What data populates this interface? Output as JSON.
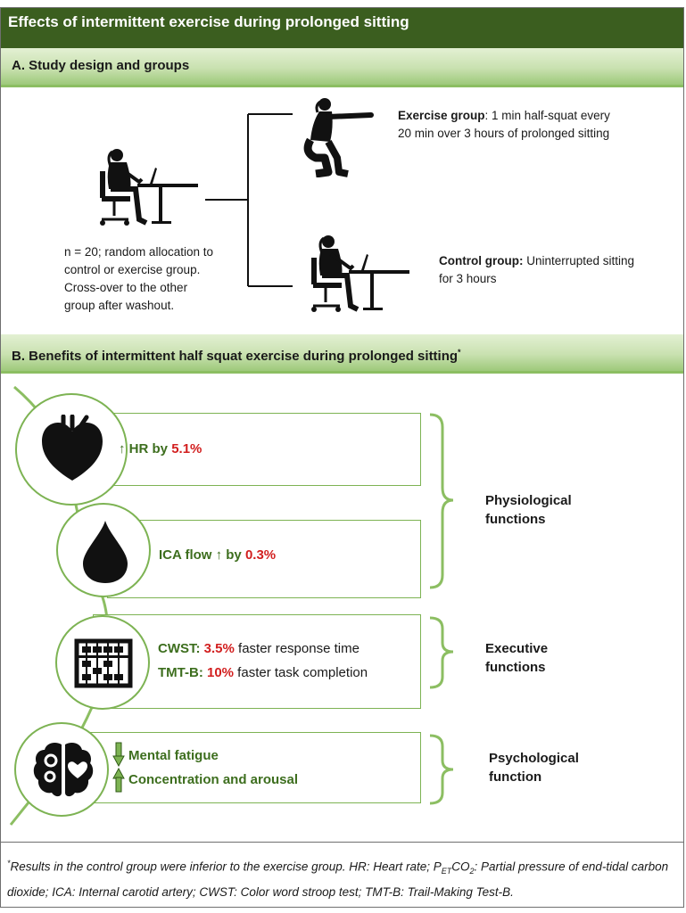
{
  "title": "Effects of intermittent exercise during prolonged sitting",
  "section_a": {
    "heading": "A.  Study design and groups",
    "participants_text": "n = 20; random allocation to control or exercise group. Cross-over to the other group after washout.",
    "exercise_group": {
      "label": "Exercise group",
      "description": ": 1 min half-squat every 20 min over 3 hours of prolonged sitting"
    },
    "control_group": {
      "label": "Control group:",
      "description": " Uninterrupted sitting for 3 hours"
    }
  },
  "section_b": {
    "heading": "B.  Benefits of intermittent half squat exercise during prolonged sitting",
    "heading_mark": "*",
    "results": {
      "hr": {
        "label": "↑ HR by ",
        "value": "5.1%"
      },
      "ica": {
        "label": "ICA flow ↑ by ",
        "value": "0.3%"
      },
      "cwst": {
        "label": "CWST: ",
        "value": "3.5%",
        "suffix": " faster response time"
      },
      "tmtb": {
        "label": "TMT-B: ",
        "value": "10%",
        "suffix": " faster task completion"
      },
      "fatigue": {
        "label": "Mental fatigue"
      },
      "concentration": {
        "label": "Concentration and arousal"
      }
    },
    "categories": {
      "physiological": "Physiological functions",
      "executive": "Executive functions",
      "psychological": "Psychological function"
    }
  },
  "footnote": {
    "mark": "*",
    "part1": "Results in the control group were inferior to the exercise group. HR: Heart rate; P",
    "sub_et": "ET",
    "part2": "CO",
    "sub_2": "2",
    "part3": ": Partial pressure of end-tidal carbon dioxide; ICA: Internal carotid artery; CWST: Color word stroop test; TMT-B: Trail-Making Test-B."
  },
  "colors": {
    "title_bar": "#3b5e1f",
    "accent_green": "#7db353",
    "text_green": "#3d6e1e",
    "highlight_red": "#d21f1f"
  }
}
